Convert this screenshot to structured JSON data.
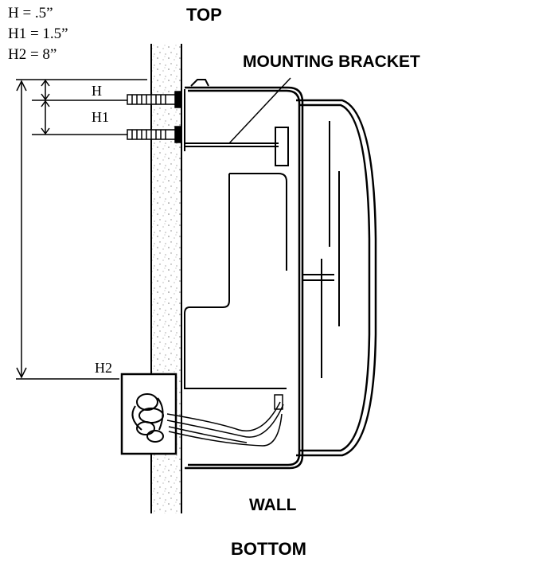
{
  "legend": {
    "h": "H = .5”",
    "h1": "H1 = 1.5”",
    "h2": "H2 = 8”"
  },
  "labels": {
    "top": "TOP",
    "bottom": "BOTTOM",
    "mounting_bracket": "MOUNTING BRACKET",
    "wall": "WALL",
    "dim_h": "H",
    "dim_h1": "H1",
    "dim_h2": "H2"
  }
}
